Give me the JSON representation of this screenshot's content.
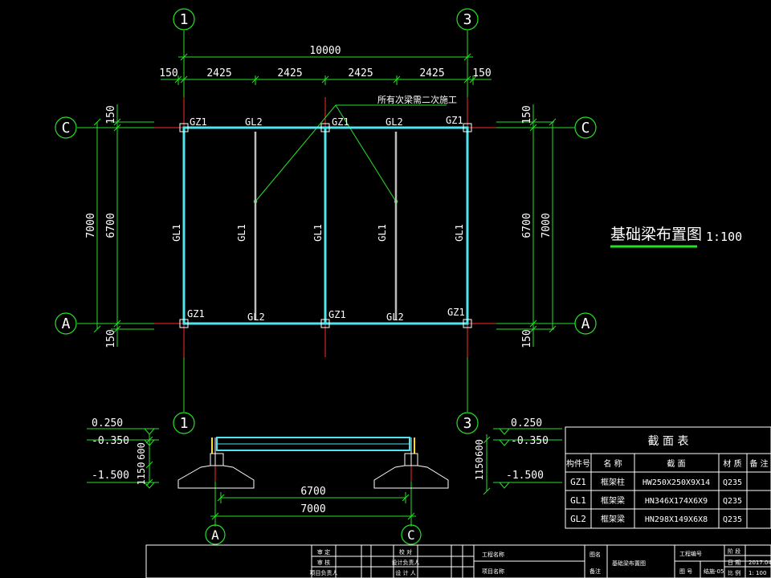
{
  "grid_labels": {
    "top_left": "1",
    "top_right": "3",
    "left_top": "C",
    "left_bottom": "A",
    "right_top": "C",
    "right_bottom": "A",
    "bottom_left": "1",
    "bottom_right": "3",
    "section_left": "A",
    "section_right": "C"
  },
  "dims": {
    "top_total": "10000",
    "top_edge_left": "150",
    "top_edge_right": "150",
    "top_bays": [
      "2425",
      "2425",
      "2425",
      "2425"
    ],
    "left_outer": "7000",
    "left_inner": "6700",
    "left_top_edge": "150",
    "left_bottom_edge": "150",
    "right_outer": "7000",
    "right_inner": "6700",
    "right_top_edge": "150",
    "right_bottom_edge": "150",
    "section_inner": "6700",
    "section_outer": "7000"
  },
  "members": {
    "gz1": "GZ1",
    "gl1": "GL1",
    "gl2": "GL2"
  },
  "note": "所有次梁需二次施工",
  "plan_title": "基础梁布置图",
  "plan_scale": "1:100",
  "elevations_left": {
    "e1": "0.250",
    "e2": "-0.350",
    "e3": "-1.500",
    "d1": "600",
    "d2": "1150"
  },
  "elevations_right": {
    "e1": "0.250",
    "e2": "-0.350",
    "e3": "-1.500",
    "d1": "600",
    "d2": "1150"
  },
  "section_table": {
    "title": "截  面  表",
    "headers": [
      "构件号",
      "名 称",
      "截 面",
      "材 质",
      "备 注"
    ],
    "rows": [
      {
        "id": "GZ1",
        "name": "框架柱",
        "section": "HW250X250X9X14",
        "material": "Q235",
        "note": ""
      },
      {
        "id": "GL1",
        "name": "框架梁",
        "section": "HN346X174X6X9",
        "material": "Q235",
        "note": ""
      },
      {
        "id": "GL2",
        "name": "框架梁",
        "section": "HN298X149X6X8",
        "material": "Q235",
        "note": ""
      }
    ]
  },
  "title_block": {
    "shen_ding": "审 定",
    "shen_he": "审 核",
    "project_lead": "项目负责人",
    "jiao_dui": "校 对",
    "design_lead": "设计负责人",
    "designer": "设 计 人",
    "project_name": "工程名称",
    "item_name": "项目名称",
    "drawing_name_label": "图名",
    "drawing_name": "基础梁布置图",
    "remark": "备注",
    "project_no": "工程编号",
    "drawing_no": "图 号",
    "drawing_no_value": "结施-05",
    "stage": "阶 段",
    "date": "日 期",
    "date_value": "2017.04",
    "scale_label": "比 例",
    "scale_value": "1: 100"
  }
}
